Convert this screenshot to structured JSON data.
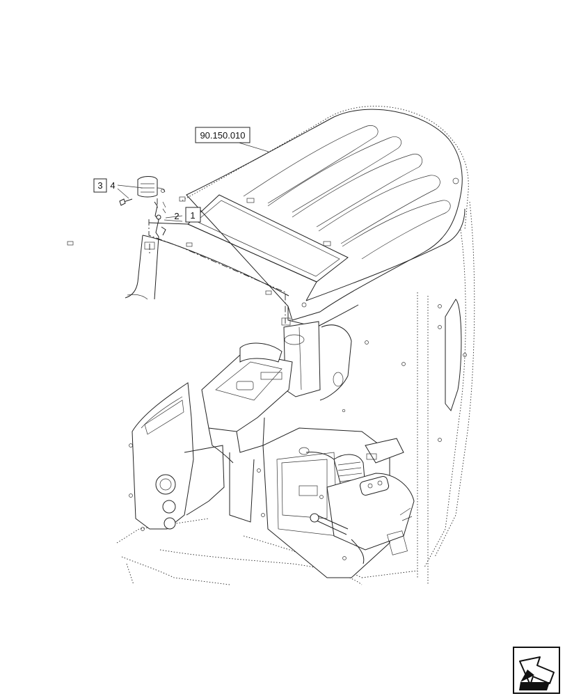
{
  "callouts": {
    "reference": "90.150.010",
    "item1": "1",
    "item2": "2",
    "item3": "3",
    "item4": "4"
  },
  "icons": {
    "navigation": "next-page-arrow-icon"
  },
  "colors": {
    "line": "#222222",
    "background": "#ffffff"
  }
}
